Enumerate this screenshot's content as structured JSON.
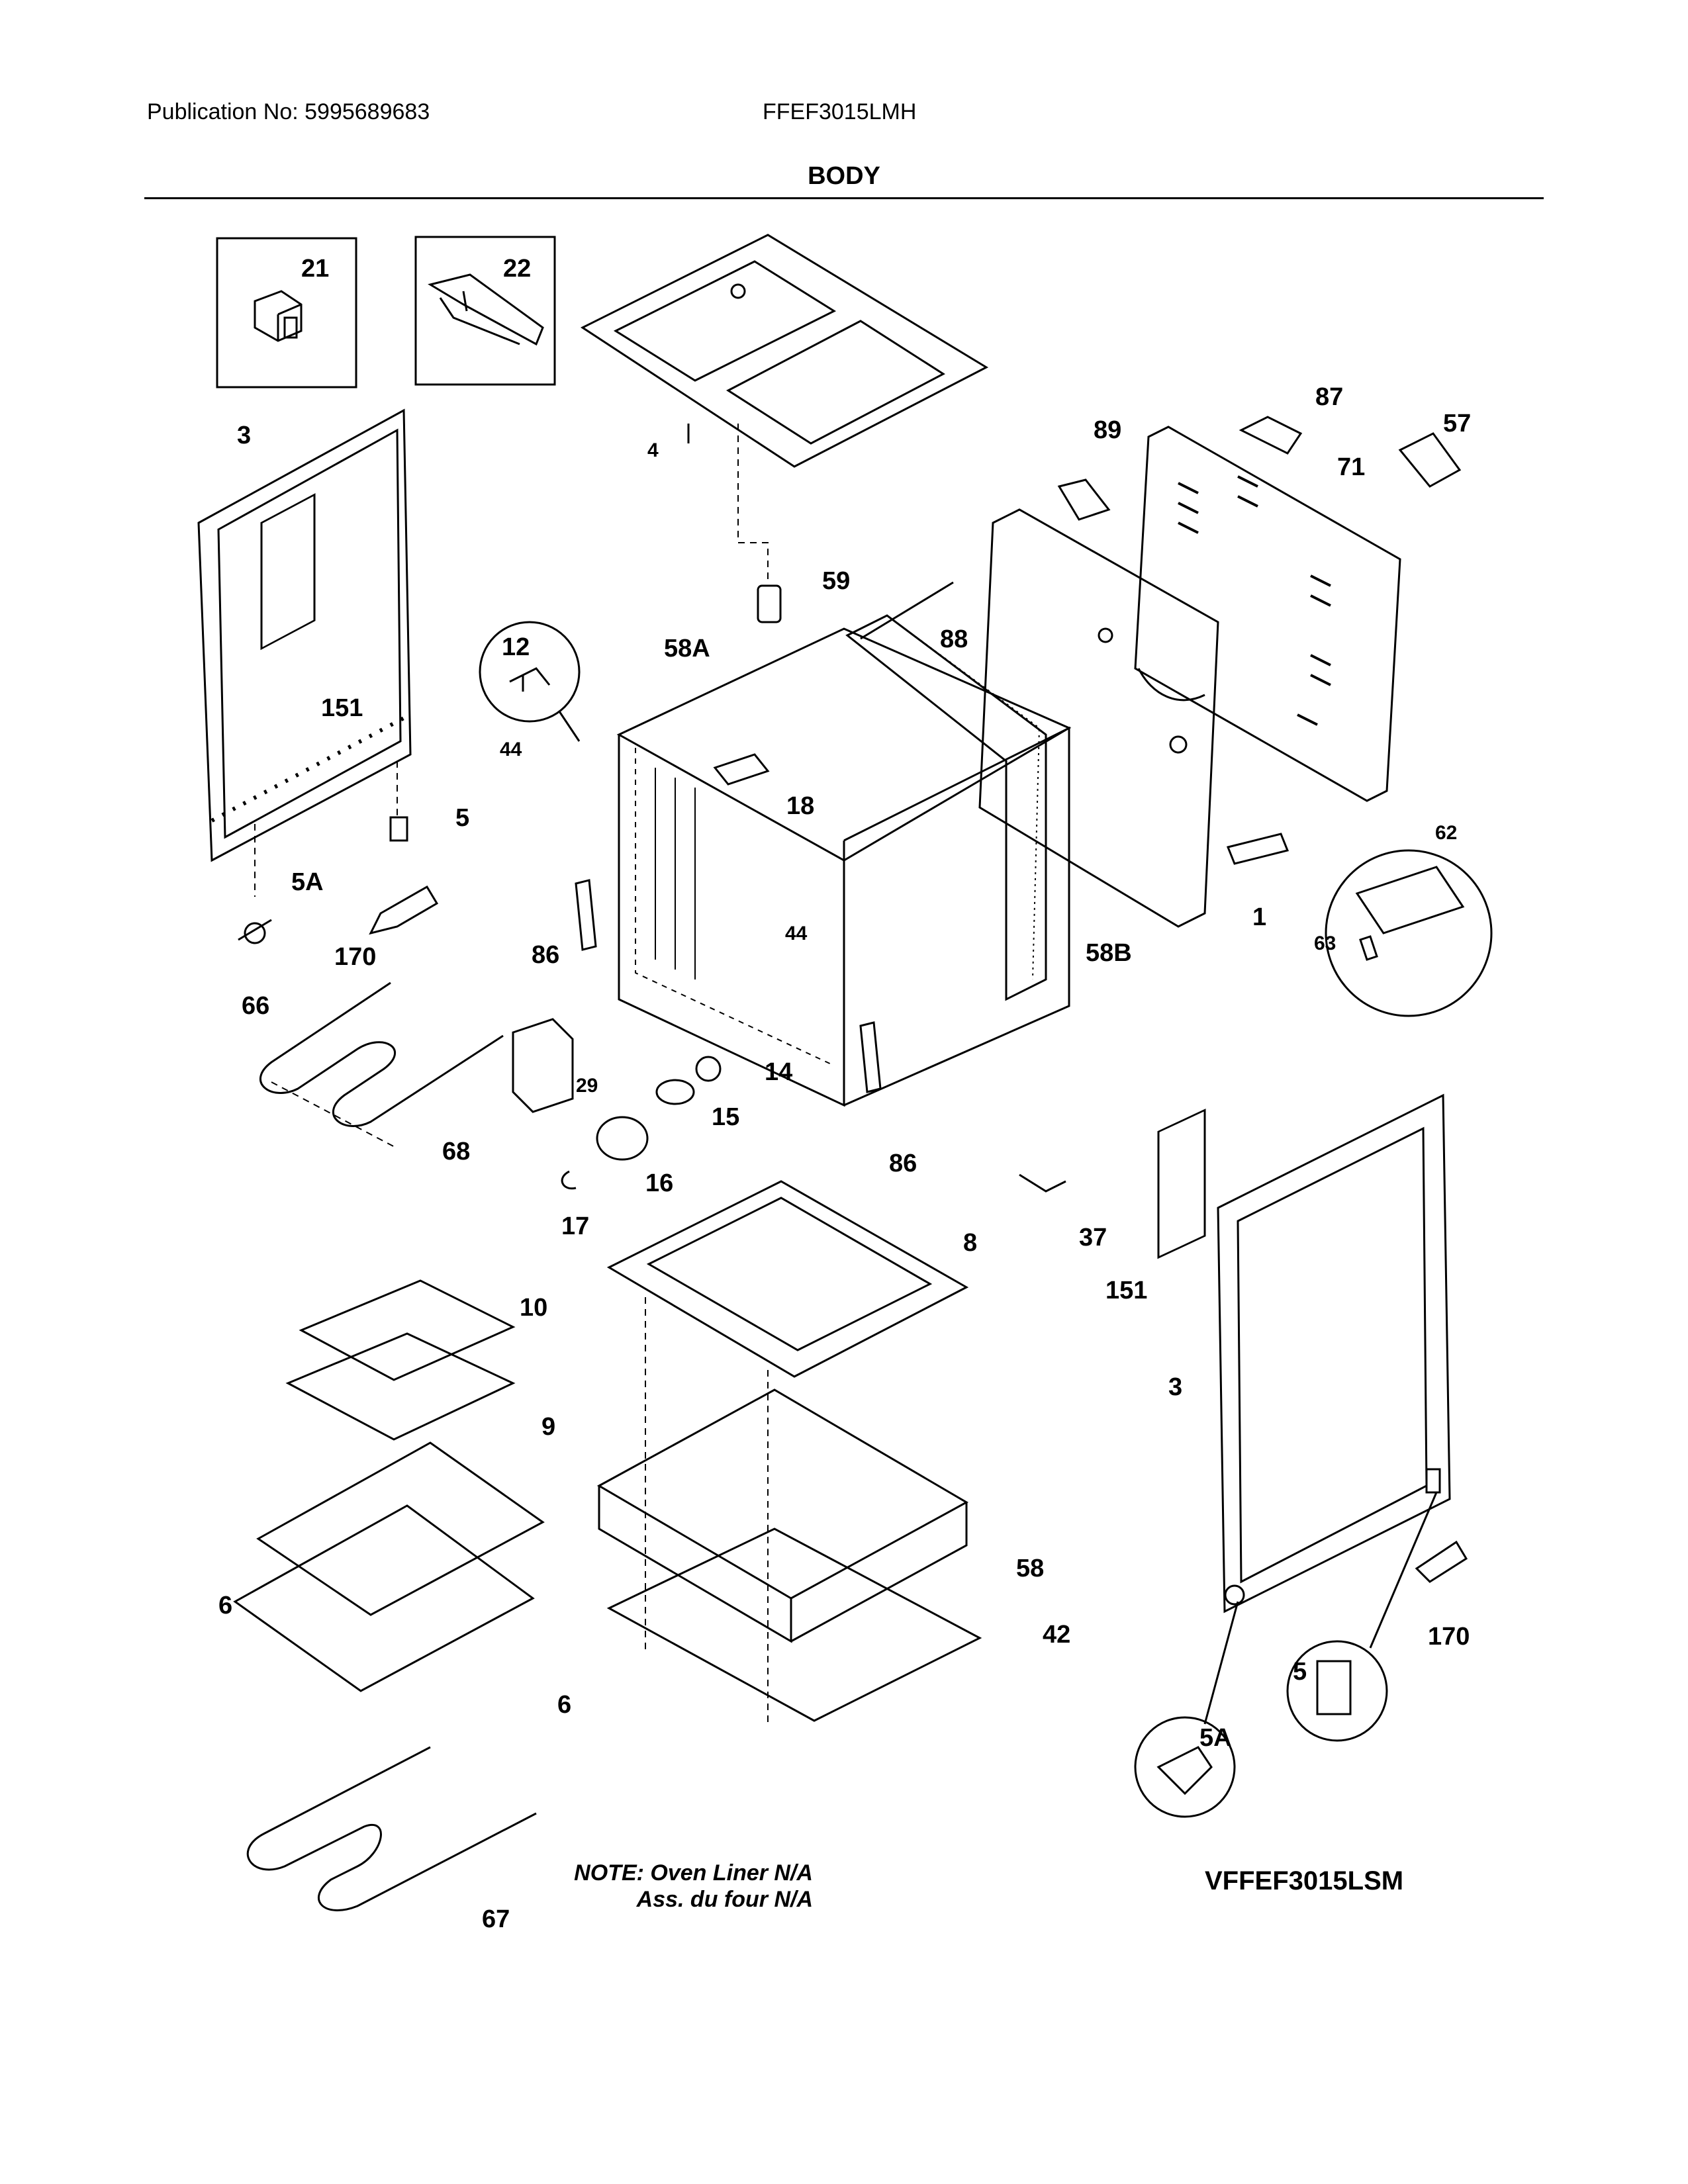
{
  "header": {
    "publication": "Publication No: 5995689683",
    "model": "FFEF3015LMH",
    "title": "BODY"
  },
  "note": {
    "line1": "NOTE: Oven Liner N/A",
    "line2": "Ass. du four N/A"
  },
  "variant_model": "VFFEF3015LSM",
  "part_labels": [
    "21",
    "22",
    "3",
    "4",
    "87",
    "57",
    "89",
    "71",
    "59",
    "88",
    "12",
    "58A",
    "151",
    "44",
    "5",
    "18",
    "62",
    "1",
    "5A",
    "170",
    "86",
    "44",
    "58B",
    "63",
    "66",
    "29",
    "14",
    "15",
    "68",
    "16",
    "86",
    "17",
    "37",
    "8",
    "10",
    "151",
    "9",
    "3",
    "58",
    "6",
    "42",
    "170",
    "6",
    "5",
    "5A",
    "67"
  ]
}
